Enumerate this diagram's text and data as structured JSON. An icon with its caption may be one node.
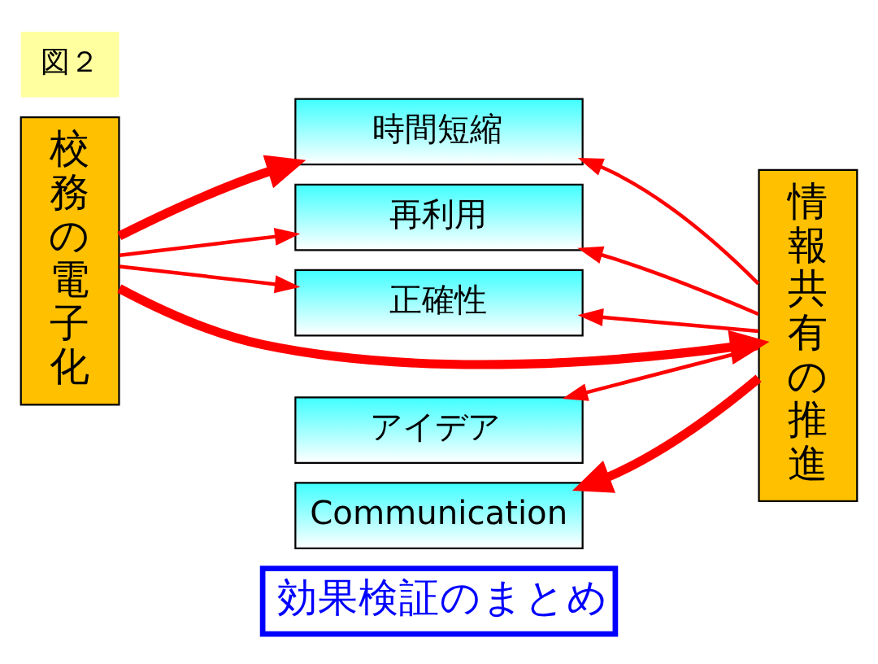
{
  "diagram": {
    "nodes": [
      {
        "text": [
          "効果検証のまとめ"
        ]
      },
      {
        "text": [
          "校務の電子化"
        ]
      },
      {
        "text": [
          "時間短縮"
        ]
      },
      {
        "text": [
          "再利用"
        ]
      },
      {
        "text": [
          "正確性"
        ]
      },
      {
        "text": [
          "アイデア"
        ]
      },
      {
        "text": [
          "Communication"
        ]
      },
      {
        "text": [
          "情報共有の推進"
        ]
      }
    ],
    "edges": [
      {
        "from": 1,
        "to": 2,
        "arrow": "to",
        "style": "thick"
      },
      {
        "from": 1,
        "to": 3,
        "arrow": "to"
      },
      {
        "from": 1,
        "to": 4,
        "arrow": "to"
      },
      {
        "from": 7,
        "to": 2,
        "arrow": "to"
      },
      {
        "from": 7,
        "to": 3,
        "arrow": "to"
      },
      {
        "from": 7,
        "to": 4,
        "arrow": "to"
      },
      {
        "from": 7,
        "to": 5,
        "arrow": "to"
      },
      {
        "from": 7,
        "to": 6,
        "arrow": "to",
        "style": "thick"
      },
      {
        "from": 1,
        "to": 7,
        "arrow": "to",
        "style": "thick"
      }
    ],
    "labels": [
      "図２"
    ]
  }
}
